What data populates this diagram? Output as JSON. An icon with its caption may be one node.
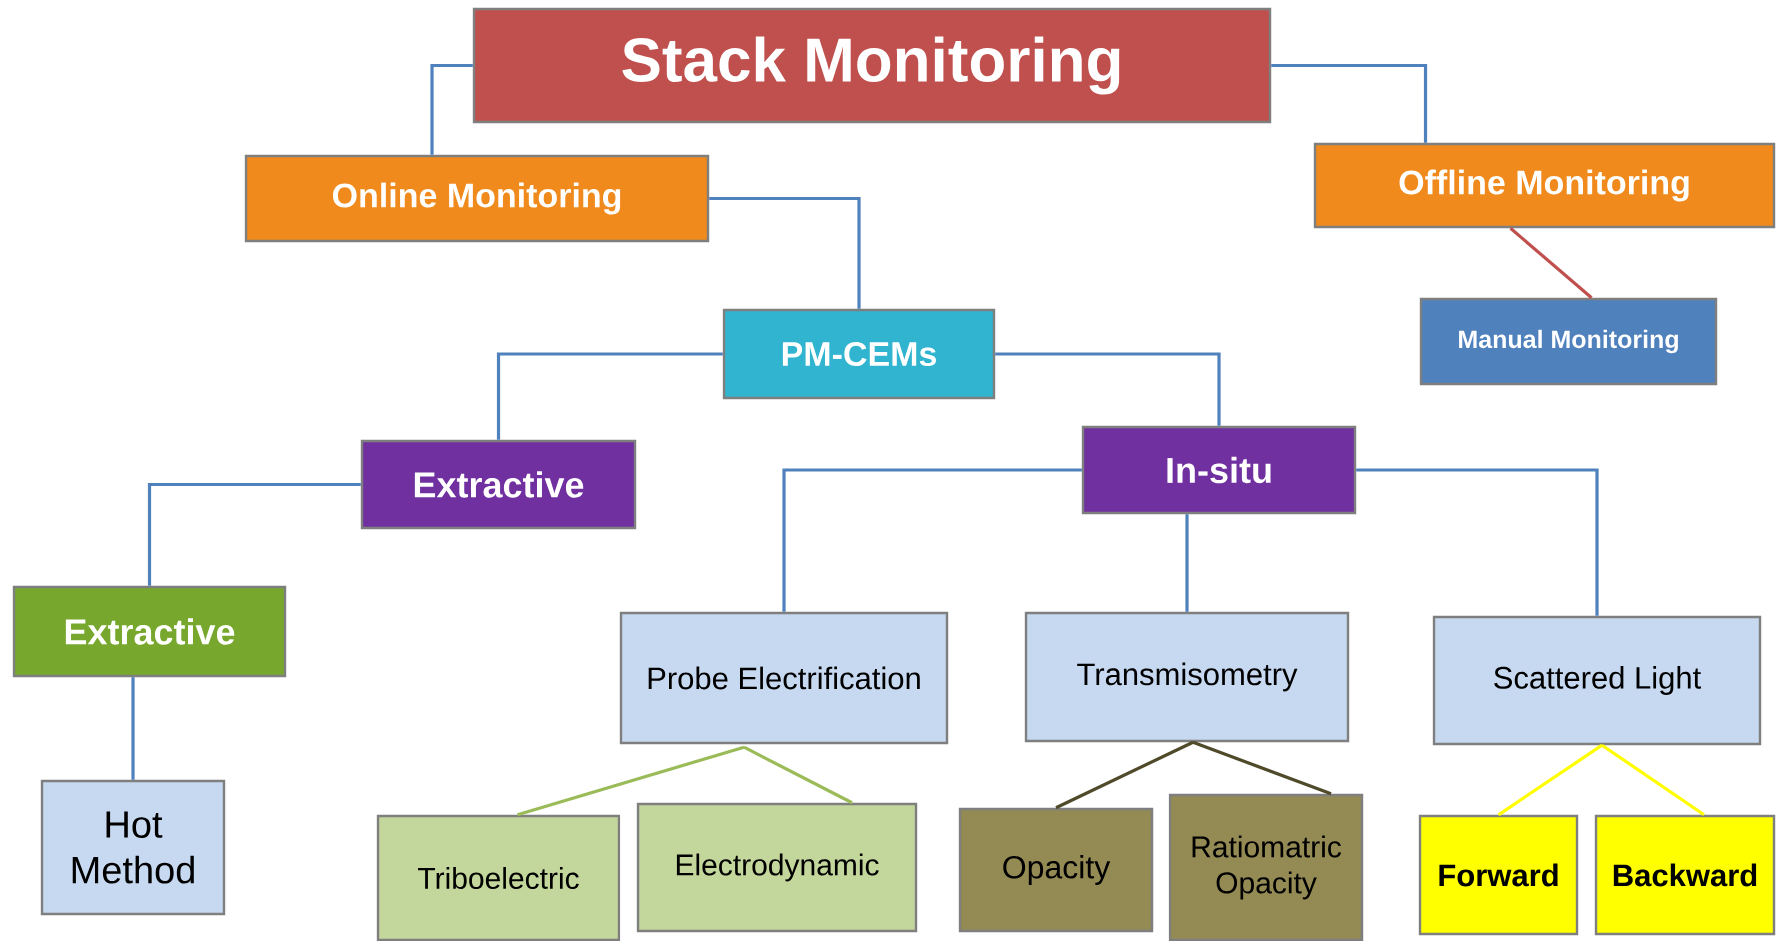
{
  "diagram": {
    "nodes": [
      {
        "text": [
          "Stack Monitoring"
        ]
      },
      {
        "text": [
          "Online Monitoring"
        ]
      },
      {
        "text": [
          "Offline Monitoring"
        ]
      },
      {
        "text": [
          "PM-CEMs"
        ]
      },
      {
        "text": [
          "Manual Monitoring"
        ]
      },
      {
        "text": [
          "Extractive"
        ]
      },
      {
        "text": [
          "In-situ"
        ]
      },
      {
        "text": [
          "Extractive"
        ]
      },
      {
        "text": [
          "Probe Electrification"
        ]
      },
      {
        "text": [
          "Transmisometry"
        ]
      },
      {
        "text": [
          "Scattered Light"
        ]
      },
      {
        "text": [
          "Hot Method"
        ]
      },
      {
        "text": [
          "Triboelectric"
        ]
      },
      {
        "text": [
          "Electrodynamic"
        ]
      },
      {
        "text": [
          "Opacity"
        ]
      },
      {
        "text": [
          "Ratiomatric Opacity"
        ]
      },
      {
        "text": [
          "Forward"
        ]
      },
      {
        "text": [
          "Backward"
        ]
      }
    ],
    "edges": [
      {
        "from": 0,
        "to": 1,
        "arrow": "none"
      },
      {
        "from": 0,
        "to": 2,
        "arrow": "none"
      },
      {
        "from": 1,
        "to": 3,
        "arrow": "none"
      },
      {
        "from": 2,
        "to": 4,
        "arrow": "none",
        "color": "#c0504d"
      },
      {
        "from": 3,
        "to": 5,
        "arrow": "none"
      },
      {
        "from": 3,
        "to": 6,
        "arrow": "none"
      },
      {
        "from": 5,
        "to": 7,
        "arrow": "none"
      },
      {
        "from": 7,
        "to": 11,
        "arrow": "none"
      },
      {
        "from": 6,
        "to": 8,
        "arrow": "none"
      },
      {
        "from": 6,
        "to": 9,
        "arrow": "none"
      },
      {
        "from": 6,
        "to": 10,
        "arrow": "none"
      },
      {
        "from": 8,
        "to": 12,
        "arrow": "none",
        "color": "#9bbb59"
      },
      {
        "from": 8,
        "to": 13,
        "arrow": "none",
        "color": "#9bbb59"
      },
      {
        "from": 9,
        "to": 14,
        "arrow": "none",
        "color": "#4f4a2a"
      },
      {
        "from": 9,
        "to": 15,
        "arrow": "none",
        "color": "#4f4a2a"
      },
      {
        "from": 10,
        "to": 16,
        "arrow": "none",
        "color": "#ffff00"
      },
      {
        "from": 10,
        "to": 17,
        "arrow": "none",
        "color": "#ffff00"
      }
    ]
  }
}
